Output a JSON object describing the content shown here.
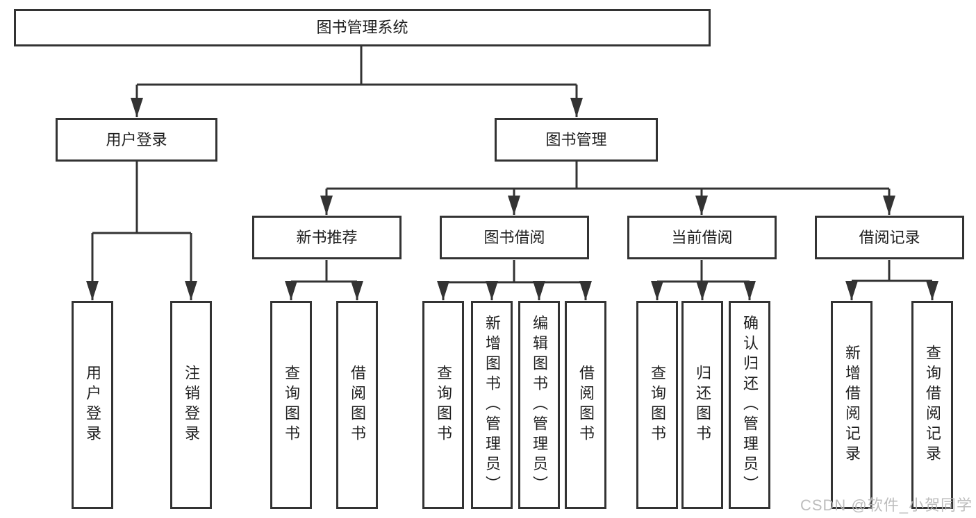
{
  "diagram": {
    "type": "hierarchy-flowchart",
    "colors": {
      "line": "#333333",
      "node_border": "#333333",
      "node_fill": "#ffffff",
      "text": "#1f1f1f",
      "watermark": "#b8b8b8",
      "background": "#ffffff"
    },
    "root": {
      "label": "图书管理系统"
    },
    "branches": [
      {
        "label": "用户登录",
        "leaves": [
          {
            "label": "用户登录"
          },
          {
            "label": "注销登录"
          }
        ]
      },
      {
        "label": "图书管理",
        "sections": [
          {
            "label": "新书推荐",
            "leaves": [
              {
                "label": "查询图书"
              },
              {
                "label": "借阅图书"
              }
            ]
          },
          {
            "label": "图书借阅",
            "leaves": [
              {
                "label": "查询图书"
              },
              {
                "label": "新增图书（管理员）"
              },
              {
                "label": "编辑图书（管理员）"
              },
              {
                "label": "借阅图书"
              }
            ]
          },
          {
            "label": "当前借阅",
            "leaves": [
              {
                "label": "查询图书"
              },
              {
                "label": "归还图书"
              },
              {
                "label": "确认归还（管理员）"
              }
            ]
          },
          {
            "label": "借阅记录",
            "leaves": [
              {
                "label": "新增借阅记录"
              },
              {
                "label": "查询借阅记录"
              }
            ]
          }
        ]
      }
    ]
  },
  "watermark": {
    "text": "CSDN @软件_小贺同学"
  }
}
